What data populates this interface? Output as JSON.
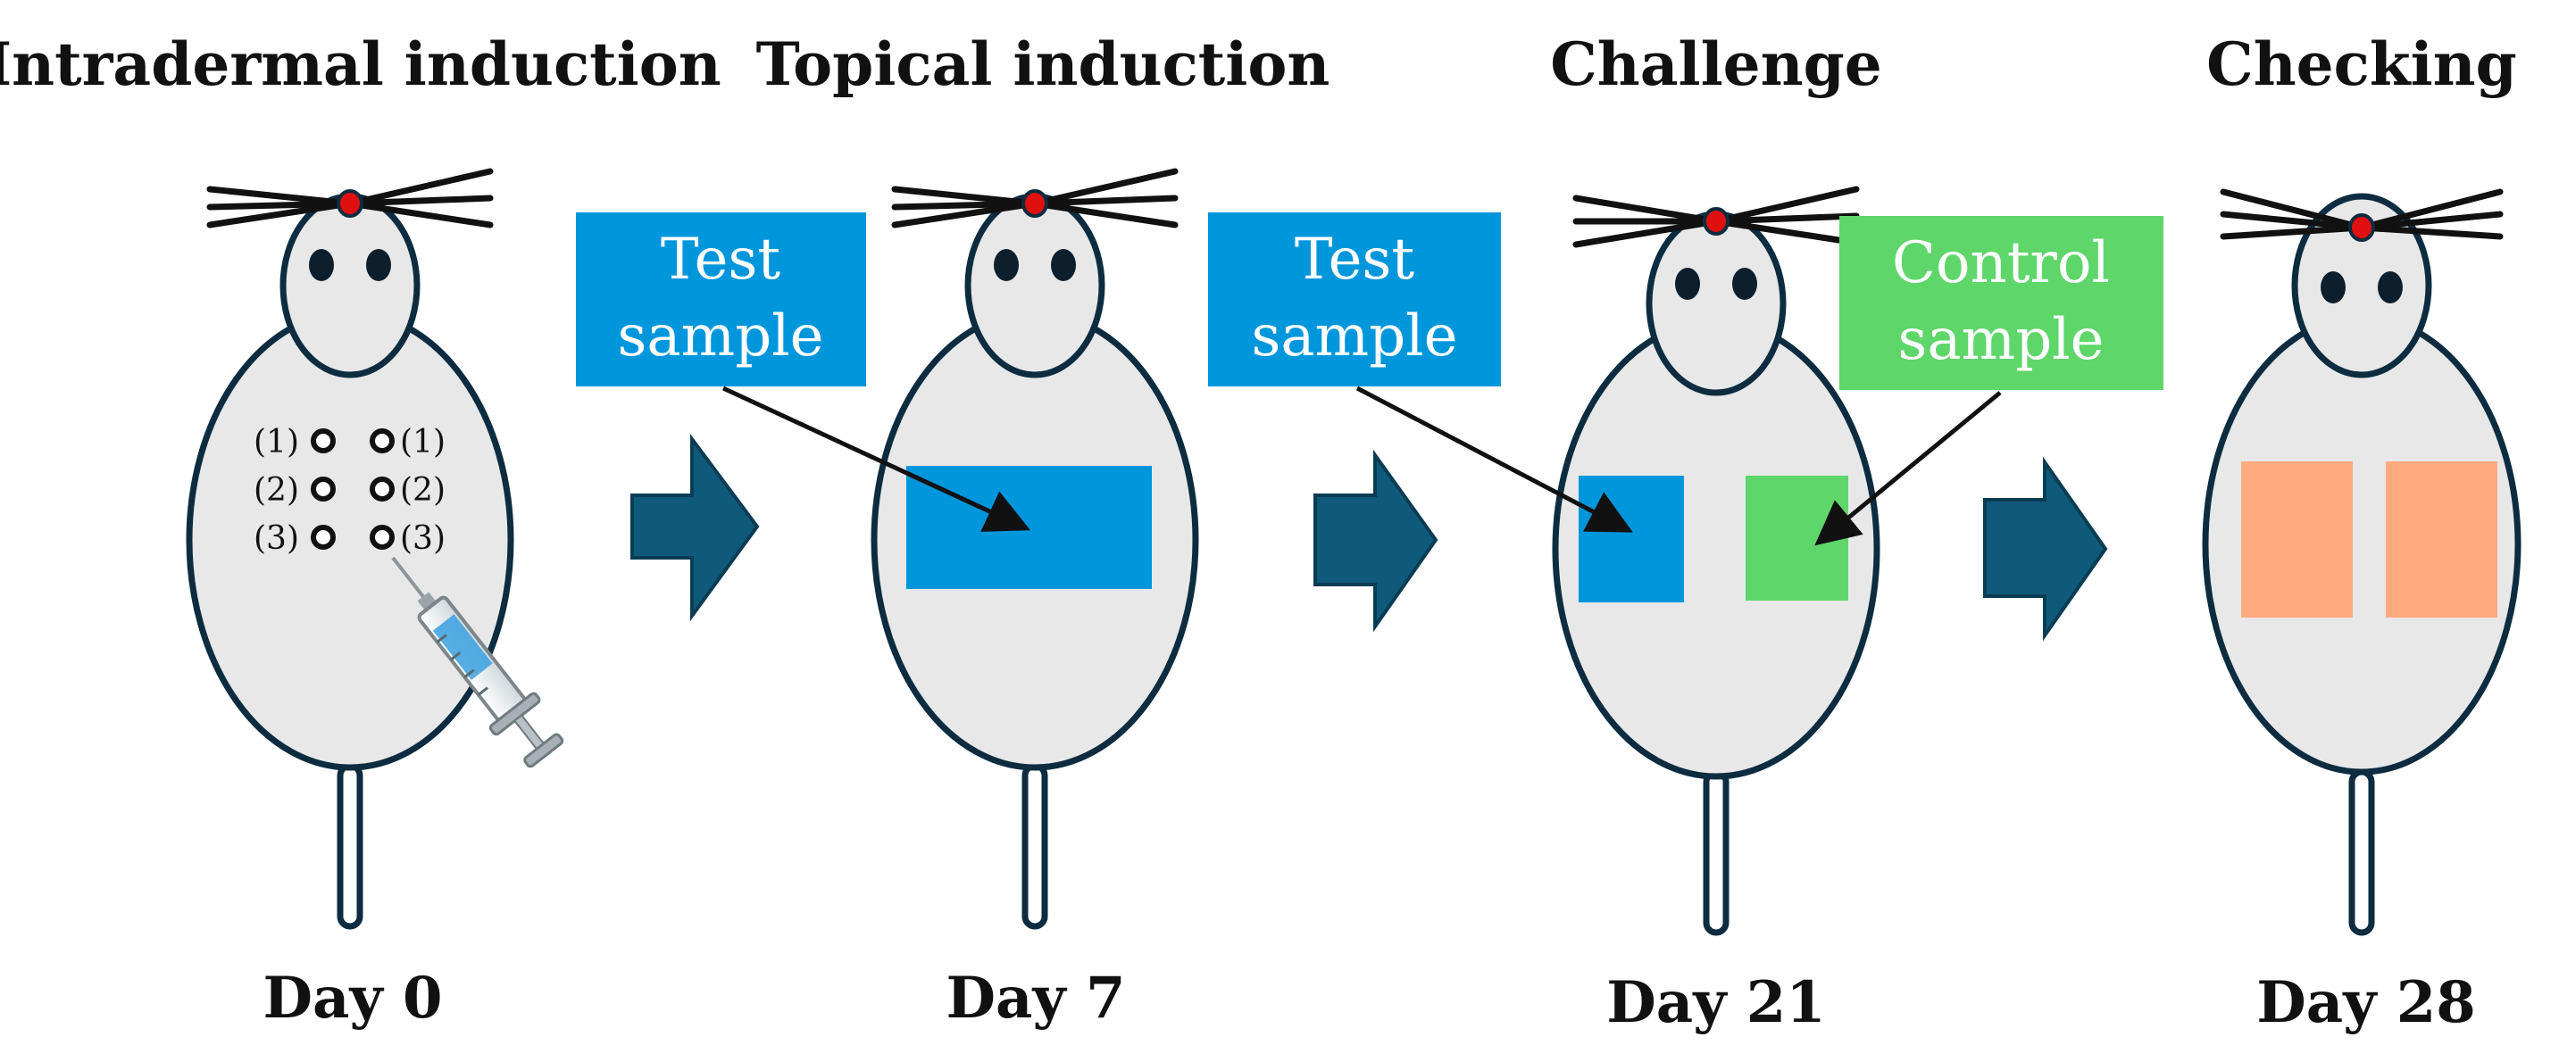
{
  "stages": [
    {
      "title": "Intradermal induction",
      "day": "Day 0"
    },
    {
      "title": "Topical induction",
      "day": "Day 7"
    },
    {
      "title": "Challenge",
      "day": "Day 21"
    },
    {
      "title": "Checking",
      "day": "Day 28"
    }
  ],
  "labels": {
    "test_sample_1": [
      "Test",
      "sample"
    ],
    "test_sample_2": [
      "Test",
      "sample"
    ],
    "control_sample": [
      "Control",
      "sample"
    ]
  },
  "injection_sites": {
    "left": [
      "(1)",
      "(2)",
      "(3)"
    ],
    "right": [
      "(1)",
      "(2)",
      "(3)"
    ]
  },
  "colors": {
    "test": "#0096dc",
    "control": "#5ed66a",
    "reaction": "#ffaa7f",
    "flow_arrow": "#0f5a7a",
    "outline": "#0d2c40",
    "body": "#e8e8e8",
    "nose": "#e01010"
  },
  "icons": [
    "syringe-icon",
    "right-flow-arrow-icon",
    "guinea-pig-figure"
  ]
}
